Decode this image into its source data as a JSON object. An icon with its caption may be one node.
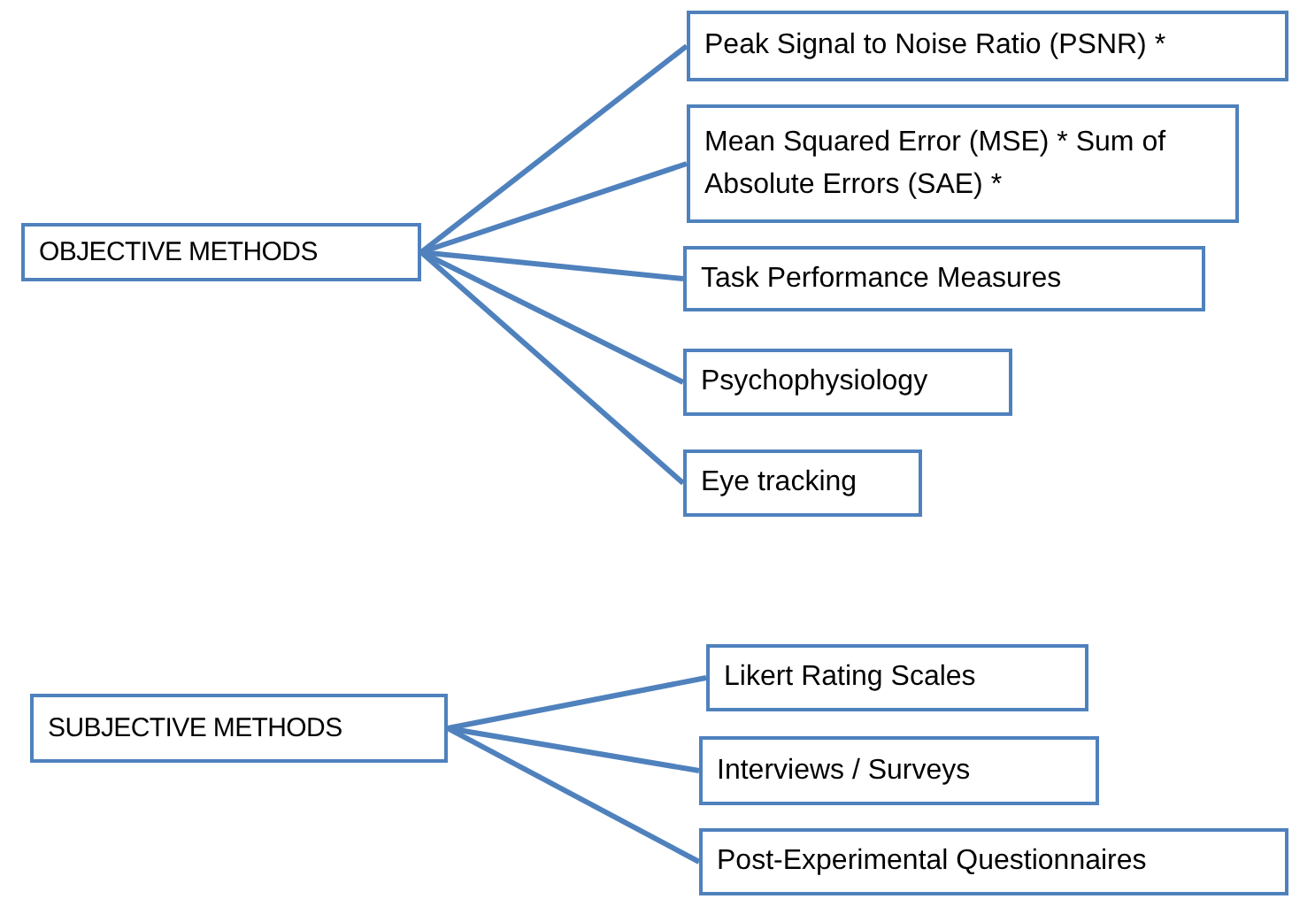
{
  "diagram": {
    "nodes": [
      {
        "text": [
          "OBJECTIVE METHODS"
        ]
      },
      {
        "text": [
          "Peak Signal to Noise Ratio (PSNR) *"
        ]
      },
      {
        "text": [
          "Mean Squared Error (MSE) * Sum of Absolute Errors (SAE) *"
        ]
      },
      {
        "text": [
          "Task Performance Measures"
        ]
      },
      {
        "text": [
          "Psychophysiology"
        ]
      },
      {
        "text": [
          "Eye tracking"
        ]
      },
      {
        "text": [
          "SUBJECTIVE METHODS"
        ]
      },
      {
        "text": [
          "Likert Rating Scales"
        ]
      },
      {
        "text": [
          "Interviews / Surveys"
        ]
      },
      {
        "text": [
          "Post-Experimental Questionnaires"
        ]
      }
    ],
    "edges": [
      {
        "from": 0,
        "to": 1,
        "arrow": "none"
      },
      {
        "from": 0,
        "to": 2,
        "arrow": "none"
      },
      {
        "from": 0,
        "to": 3,
        "arrow": "none"
      },
      {
        "from": 0,
        "to": 4,
        "arrow": "none"
      },
      {
        "from": 0,
        "to": 5,
        "arrow": "none"
      },
      {
        "from": 6,
        "to": 7,
        "arrow": "none"
      },
      {
        "from": 6,
        "to": 8,
        "arrow": "none"
      },
      {
        "from": 6,
        "to": 9,
        "arrow": "none"
      }
    ]
  }
}
